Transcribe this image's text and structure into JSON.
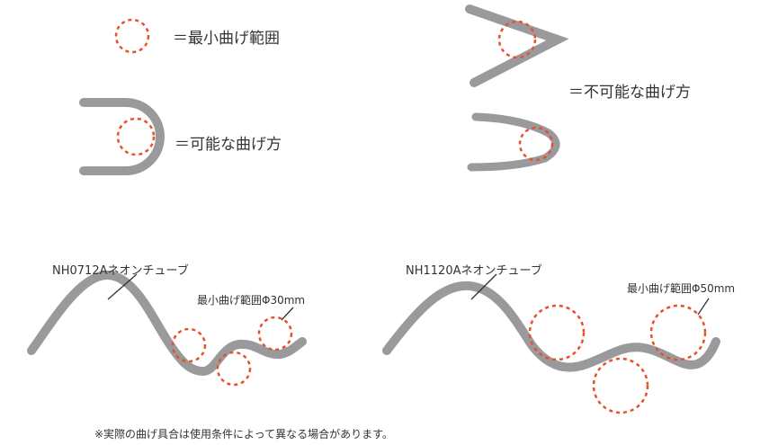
{
  "legend": {
    "min_bend_label": "＝最小曲げ範囲",
    "possible_label": "＝可能な曲げ方",
    "impossible_label": "＝不可能な曲げ方"
  },
  "examples": [
    {
      "product": "NH0712Aネオンチューブ",
      "min_bend_note": "最小曲げ範囲Φ30mm"
    },
    {
      "product": "NH1120Aネオンチューブ",
      "min_bend_note": "最小曲げ範囲Φ50mm"
    }
  ],
  "footnote": "※実際の曲げ具合は使用条件によって異なる場合があります。",
  "colors": {
    "tube": "#9a9a9c",
    "circle": "#e8502c",
    "leader": "#333333",
    "text": "#333333"
  }
}
